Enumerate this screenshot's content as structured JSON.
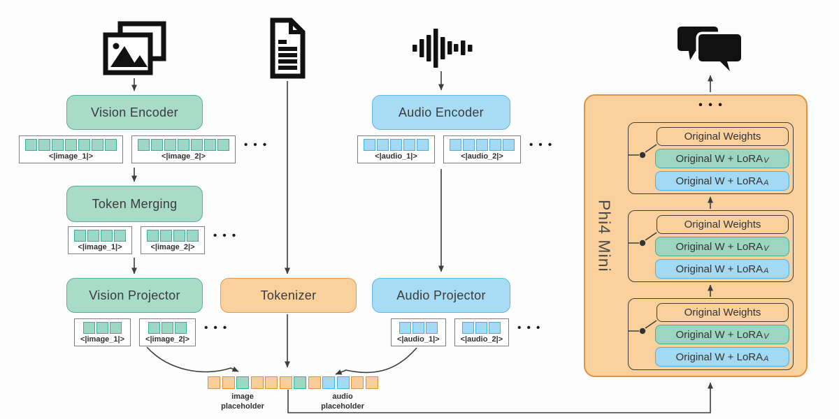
{
  "labels": {
    "vision_encoder": "Vision Encoder",
    "token_merging": "Token Merging",
    "vision_projector": "Vision Projector",
    "tokenizer": "Tokenizer",
    "audio_encoder": "Audio Encoder",
    "audio_projector": "Audio Projector",
    "phi4": "Phi4 Mini",
    "phi4_ellipsis": "• • •"
  },
  "icons": {
    "images": "images-icon",
    "document": "document-icon",
    "audio": "waveform-icon",
    "chat": "chat-bubbles-icon"
  },
  "token_rows": [
    {
      "id": "vision-encoded",
      "color": "green",
      "ellipsis": "• • •",
      "boxes": [
        {
          "label": "<|image_1|>",
          "count": 7
        },
        {
          "label": "<|image_2|>",
          "count": 7
        }
      ]
    },
    {
      "id": "vision-merged",
      "color": "green",
      "ellipsis": "• • •",
      "boxes": [
        {
          "label": "<|image_1|>",
          "count": 4
        },
        {
          "label": "<|image_2|>",
          "count": 4
        }
      ]
    },
    {
      "id": "vision-projected",
      "color": "green",
      "ellipsis": "• • •",
      "boxes": [
        {
          "label": "<|image_1|>",
          "count": 3
        },
        {
          "label": "<|image_2|>",
          "count": 3
        }
      ]
    },
    {
      "id": "audio-encoded",
      "color": "blue",
      "ellipsis": "• • •",
      "boxes": [
        {
          "label": "<|audio_1|>",
          "count": 5
        },
        {
          "label": "<|audio_2|>",
          "count": 5
        }
      ]
    },
    {
      "id": "audio-projected",
      "color": "blue",
      "ellipsis": "• • •",
      "boxes": [
        {
          "label": "<|audio_1|>",
          "count": 3
        },
        {
          "label": "<|audio_2|>",
          "count": 3
        }
      ]
    }
  ],
  "merged_sequence": {
    "cells": [
      "orange",
      "orange",
      "green",
      "orange",
      "orange",
      "orange",
      "green",
      "orange",
      "blue",
      "blue",
      "orange",
      "orange"
    ],
    "image_label_line1": "image",
    "image_label_line2": "placeholder",
    "audio_label_line1": "audio",
    "audio_label_line2": "placeholder"
  },
  "phi4_blocks": [
    {
      "original": "Original Weights",
      "lora_v_base": "Original W + LoRA",
      "lora_v_sub": "V",
      "lora_a_base": "Original W + LoRA",
      "lora_a_sub": "A"
    },
    {
      "original": "Original Weights",
      "lora_v_base": "Original W + LoRA",
      "lora_v_sub": "V",
      "lora_a_base": "Original W + LoRA",
      "lora_a_sub": "A"
    },
    {
      "original": "Original Weights",
      "lora_v_base": "Original W + LoRA",
      "lora_v_sub": "V",
      "lora_a_base": "Original W + LoRA",
      "lora_a_sub": "A"
    }
  ],
  "colors": {
    "vision_fill": "#A9DBC9",
    "vision_border": "#55AF9E",
    "audio_fill": "#A8DCF4",
    "audio_border": "#5CB7EA",
    "orange_fill": "#FAD19D",
    "orange_border": "#E6954B",
    "line": "#3D3D3D"
  }
}
